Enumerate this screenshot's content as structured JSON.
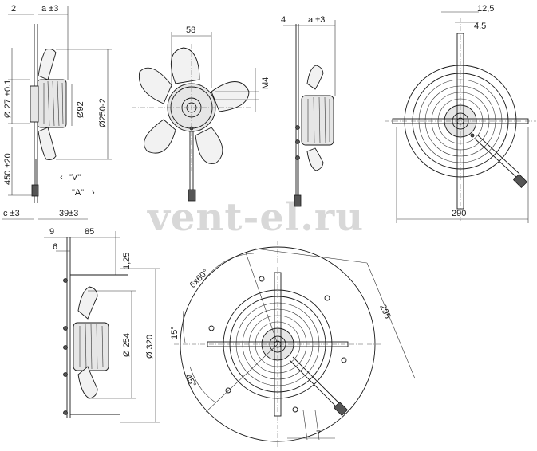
{
  "watermark": "vent-el.ru",
  "views": {
    "side_view_left": {
      "dims": {
        "top_offset": "2",
        "a_tol": "a ±3",
        "d27": "Ø 27 ±0.1",
        "d92": "Ø92",
        "d250": "Ø250-2",
        "cable_len": "450 ±20",
        "c_tol": "c ±3",
        "len39": "39±3"
      },
      "labels": {
        "airflow_v": "\"V\"",
        "airflow_a": "\"A\""
      }
    },
    "front_view_impeller": {
      "dims": {
        "hub": "58",
        "thread": "M4"
      }
    },
    "side_view_guard": {
      "dims": {
        "offset4": "4",
        "a_tol": "a ±3"
      }
    },
    "front_view_guard": {
      "dims": {
        "w12_5": "12,5",
        "w4_5": "4,5",
        "width290": "290"
      }
    },
    "side_view_plate": {
      "dims": {
        "w9": "9",
        "w85": "85",
        "w6": "6",
        "t1_25": "1,25",
        "d254": "Ø 254",
        "d320": "Ø 320"
      }
    },
    "front_view_plate": {
      "dims": {
        "holes": "6x60°",
        "angle15": "15°",
        "angle45": "45°",
        "d295": "295",
        "w7": "7"
      }
    }
  }
}
